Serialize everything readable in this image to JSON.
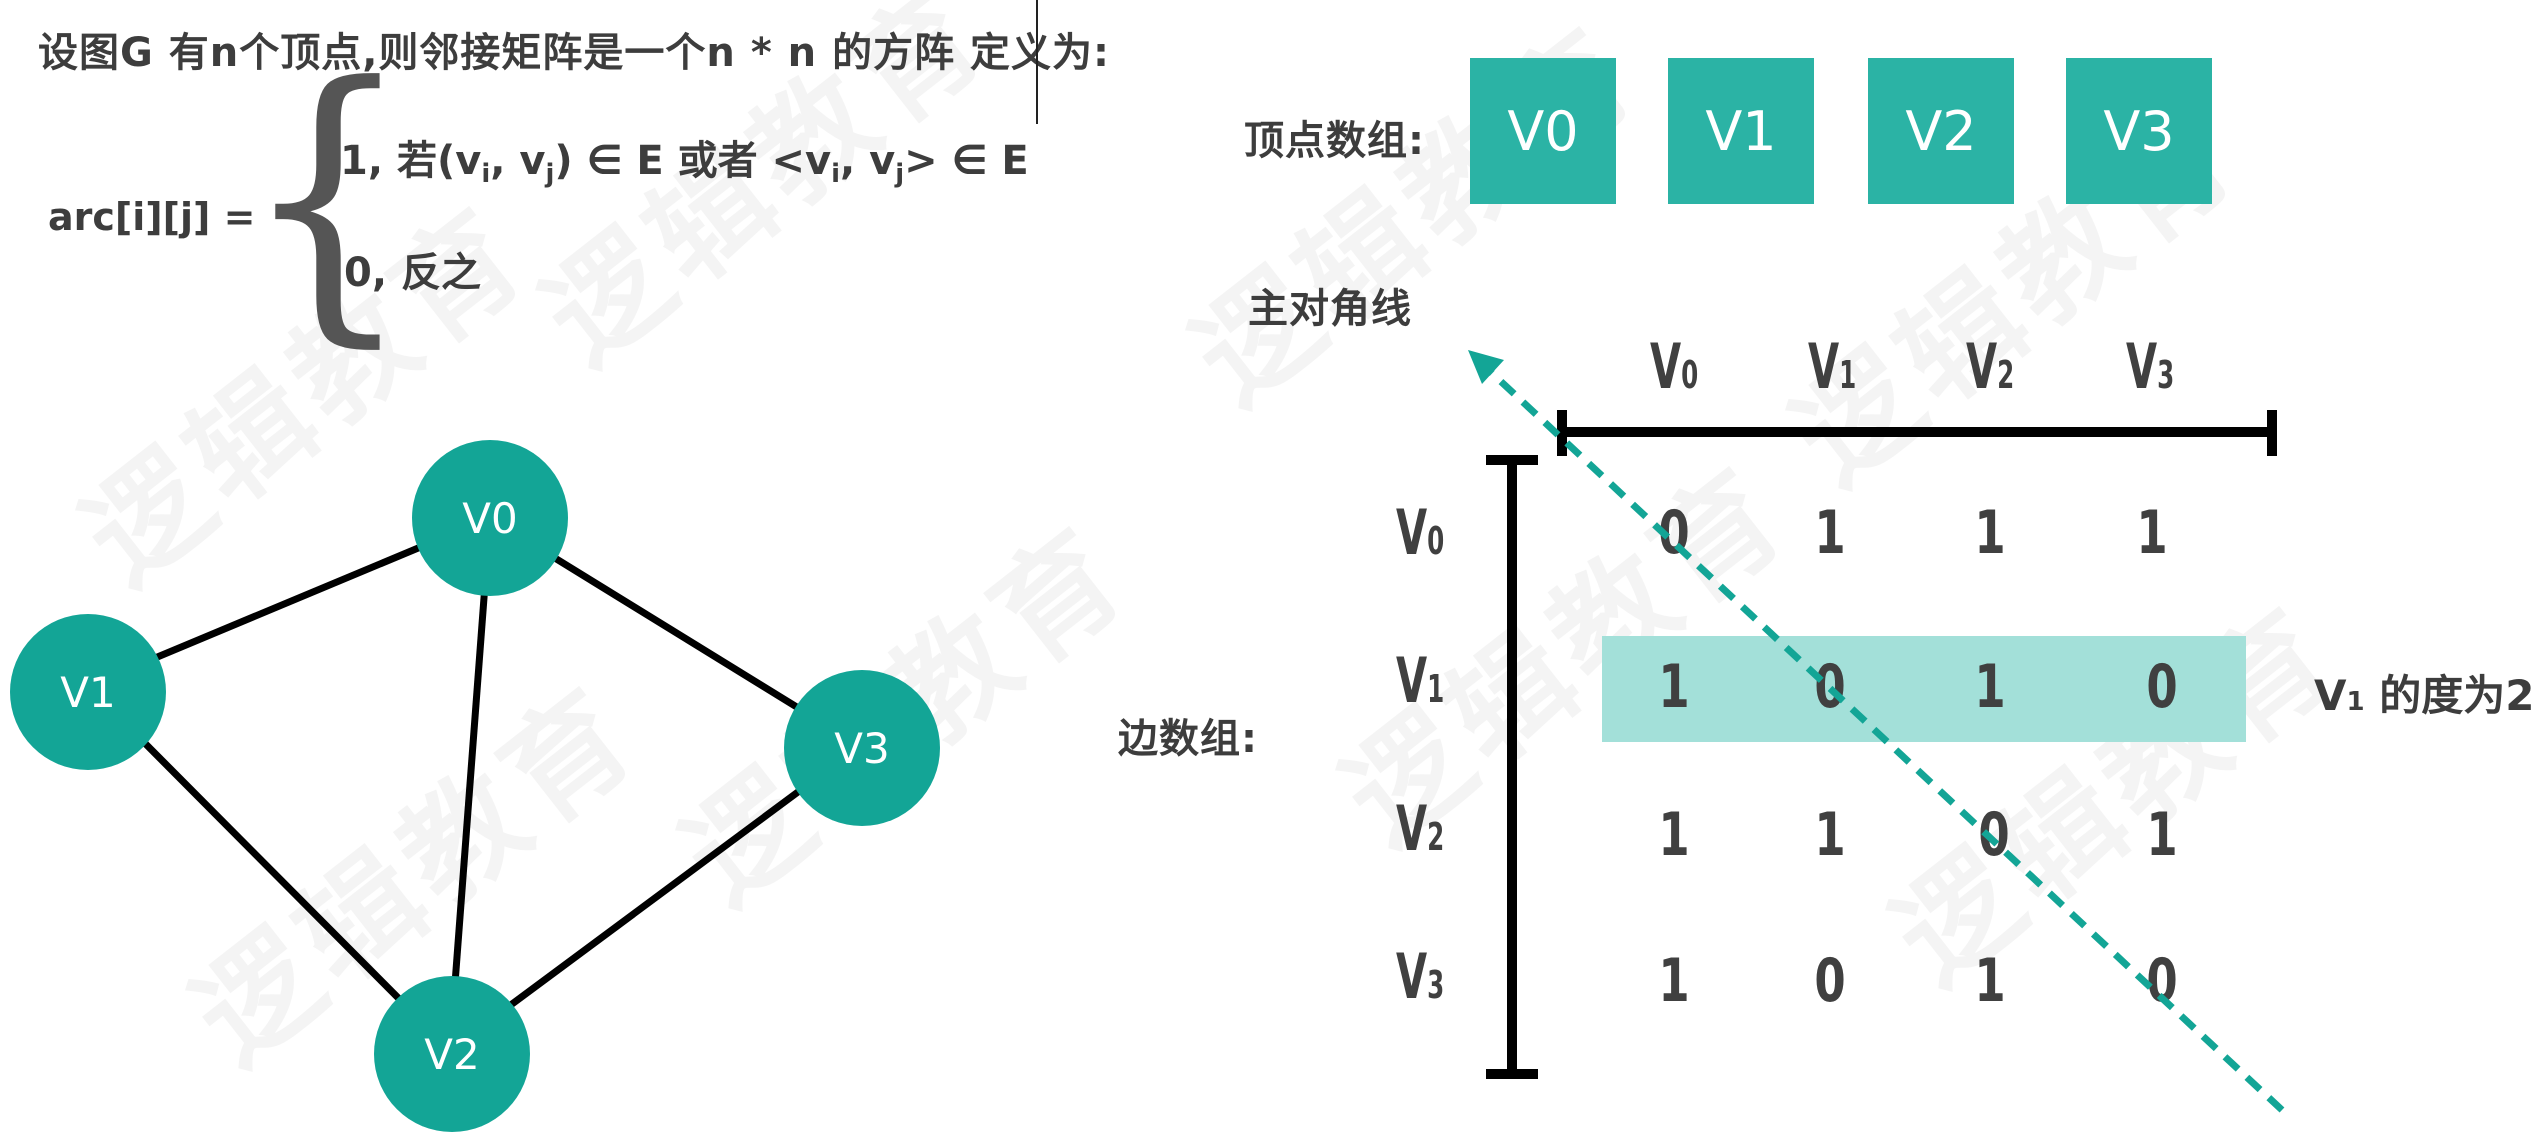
{
  "definition": {
    "line1": "设图G 有n个顶点,则邻接矩阵是一个n * n 的方阵 定义为:",
    "lhs": "arc[i][j] =",
    "case1_prefix": "1, 若(v",
    "case1_i": "i",
    "case1_mid": ", v",
    "case1_j": "j",
    "case1_rest": ") ∈ E 或者 <v",
    "case1_i2": "i",
    "case1_mid2": ", v",
    "case1_j2": "j",
    "case1_end": "> ∈ E",
    "case2": "0, 反之"
  },
  "vertex_array": {
    "label": "顶点数组:",
    "items": [
      "V0",
      "V1",
      "V2",
      "V3"
    ]
  },
  "diagonal_label": "主对角线",
  "edge_array_label": "边数组:",
  "graph": {
    "nodes": [
      "V0",
      "V1",
      "V2",
      "V3"
    ],
    "edges": [
      [
        "V0",
        "V1"
      ],
      [
        "V0",
        "V2"
      ],
      [
        "V0",
        "V3"
      ],
      [
        "V1",
        "V2"
      ],
      [
        "V2",
        "V3"
      ]
    ]
  },
  "matrix": {
    "col_labels": [
      {
        "base": "V",
        "sub": "0"
      },
      {
        "base": "V",
        "sub": "1"
      },
      {
        "base": "V",
        "sub": "2"
      },
      {
        "base": "V",
        "sub": "3"
      }
    ],
    "row_labels": [
      {
        "base": "V",
        "sub": "0"
      },
      {
        "base": "V",
        "sub": "1"
      },
      {
        "base": "V",
        "sub": "2"
      },
      {
        "base": "V",
        "sub": "3"
      }
    ],
    "rows": [
      [
        "0",
        "1",
        "1",
        "1"
      ],
      [
        "1",
        "0",
        "1",
        "0"
      ],
      [
        "1",
        "1",
        "0",
        "1"
      ],
      [
        "1",
        "0",
        "1",
        "0"
      ]
    ],
    "highlight_row": 1,
    "highlight_color": "#a3e0d9"
  },
  "degree_note": {
    "base": "V",
    "sub": "1",
    "text": " 的度为2"
  },
  "colors": {
    "accent": "#2bb3a5",
    "node": "#13a596",
    "diagonal": "#13a596"
  },
  "watermark": "逻辑教育"
}
